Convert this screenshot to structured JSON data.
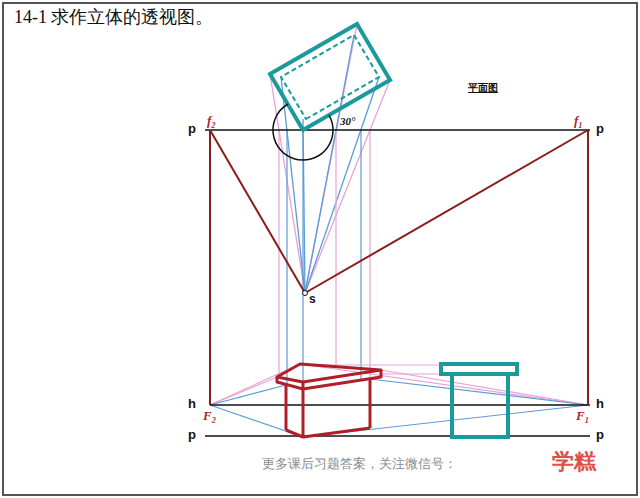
{
  "diagram": {
    "title": "14-1 求作立体的透视图。",
    "labels": [
      "平面图",
      "p",
      "f₂",
      "f₁",
      "p",
      "30°",
      "s",
      "h",
      "F₂",
      "F₁",
      "h",
      "p",
      "p",
      "更多课后习题答案，关注微信号：",
      "学糕"
    ]
  }
}
